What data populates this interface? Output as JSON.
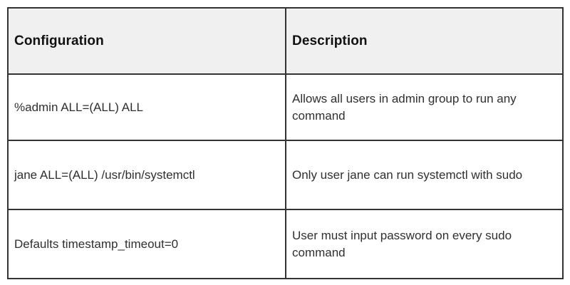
{
  "table": {
    "columns": [
      {
        "label": "Configuration"
      },
      {
        "label": "Description"
      }
    ],
    "rows": [
      {
        "configuration": "%admin ALL=(ALL) ALL",
        "description": "Allows all users in admin group to run any command"
      },
      {
        "configuration": "jane ALL=(ALL) /usr/bin/systemctl",
        "description": "Only user jane can run systemctl with sudo"
      },
      {
        "configuration": "Defaults timestamp_timeout=0",
        "description": "User must input password on every sudo command"
      }
    ],
    "colors": {
      "header_bg": "#f0f0f0",
      "border": "#333333",
      "header_text": "#111111",
      "body_text": "#2f2f2f",
      "background": "#ffffff"
    }
  }
}
